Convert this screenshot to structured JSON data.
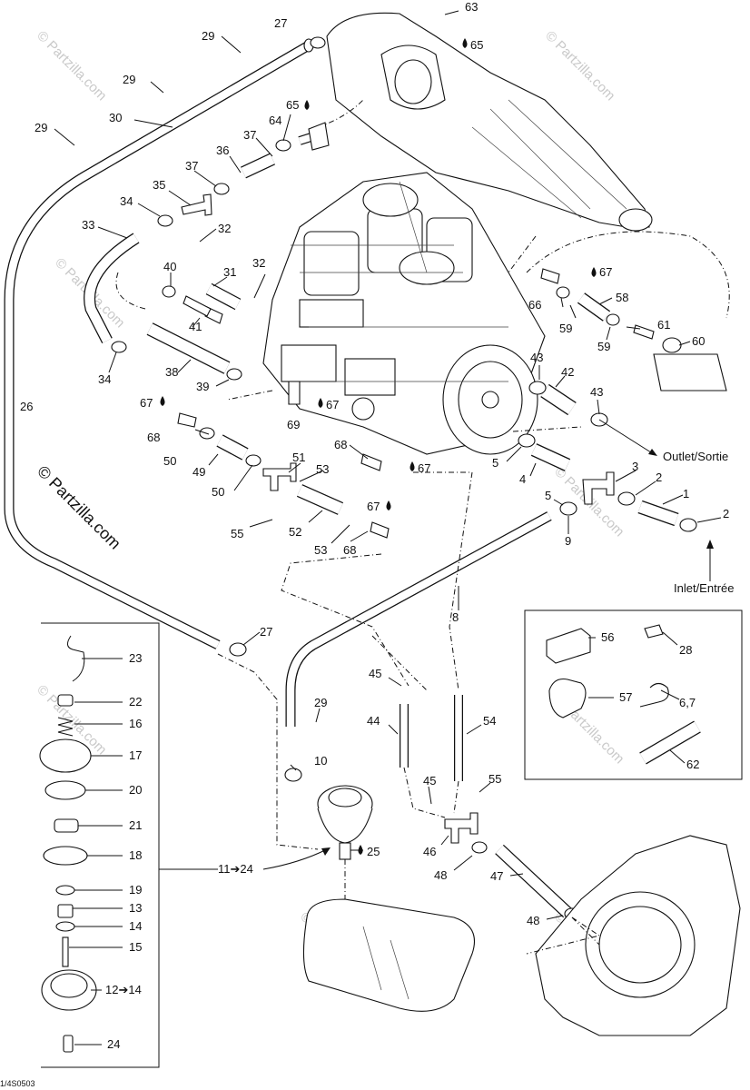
{
  "watermark": {
    "small_text": "© Partzilla.com",
    "main_text": "© Partzilla.com"
  },
  "flow": {
    "outlet": "Outlet/Sortie",
    "inlet": "Inlet/Entrée"
  },
  "drawing_code": "1/4S0503",
  "icons": {
    "drop": "oil-drop-icon",
    "arrow": "right-arrow-icon"
  },
  "callouts": [
    {
      "id": "c63",
      "text": "63"
    },
    {
      "id": "c65a",
      "text": "65"
    },
    {
      "id": "c27a",
      "text": "27"
    },
    {
      "id": "c29a",
      "text": "29"
    },
    {
      "id": "c29b",
      "text": "29"
    },
    {
      "id": "c30",
      "text": "30"
    },
    {
      "id": "c29c",
      "text": "29"
    },
    {
      "id": "c65b",
      "text": "65"
    },
    {
      "id": "c64",
      "text": "64"
    },
    {
      "id": "c37a",
      "text": "37"
    },
    {
      "id": "c36",
      "text": "36"
    },
    {
      "id": "c37b",
      "text": "37"
    },
    {
      "id": "c35",
      "text": "35"
    },
    {
      "id": "c34a",
      "text": "34"
    },
    {
      "id": "c33",
      "text": "33"
    },
    {
      "id": "c32a",
      "text": "32"
    },
    {
      "id": "c40",
      "text": "40"
    },
    {
      "id": "c31",
      "text": "31"
    },
    {
      "id": "c32b",
      "text": "32"
    },
    {
      "id": "c41",
      "text": "41"
    },
    {
      "id": "c34b",
      "text": "34"
    },
    {
      "id": "c38",
      "text": "38"
    },
    {
      "id": "c39",
      "text": "39"
    },
    {
      "id": "c26",
      "text": "26"
    },
    {
      "id": "c67a",
      "text": "67"
    },
    {
      "id": "c67b",
      "text": "67"
    },
    {
      "id": "c69",
      "text": "69"
    },
    {
      "id": "c68a",
      "text": "68"
    },
    {
      "id": "c50a",
      "text": "50"
    },
    {
      "id": "c49",
      "text": "49"
    },
    {
      "id": "c50b",
      "text": "50"
    },
    {
      "id": "c51",
      "text": "51"
    },
    {
      "id": "c53a",
      "text": "53"
    },
    {
      "id": "c68b",
      "text": "68"
    },
    {
      "id": "c67c",
      "text": "67"
    },
    {
      "id": "c55a",
      "text": "55"
    },
    {
      "id": "c52",
      "text": "52"
    },
    {
      "id": "c53b",
      "text": "53"
    },
    {
      "id": "c68c",
      "text": "68"
    },
    {
      "id": "c67d",
      "text": "67"
    },
    {
      "id": "c67e",
      "text": "67"
    },
    {
      "id": "c66",
      "text": "66"
    },
    {
      "id": "c58",
      "text": "58"
    },
    {
      "id": "c59a",
      "text": "59"
    },
    {
      "id": "c61",
      "text": "61"
    },
    {
      "id": "c59b",
      "text": "59"
    },
    {
      "id": "c60",
      "text": "60"
    },
    {
      "id": "c43a",
      "text": "43"
    },
    {
      "id": "c42",
      "text": "42"
    },
    {
      "id": "c43b",
      "text": "43"
    },
    {
      "id": "c5a",
      "text": "5"
    },
    {
      "id": "c4",
      "text": "4"
    },
    {
      "id": "c3",
      "text": "3"
    },
    {
      "id": "c2a",
      "text": "2"
    },
    {
      "id": "c1",
      "text": "1"
    },
    {
      "id": "c5b",
      "text": "5"
    },
    {
      "id": "c2b",
      "text": "2"
    },
    {
      "id": "c9",
      "text": "9"
    },
    {
      "id": "c8",
      "text": "8"
    },
    {
      "id": "c56",
      "text": "56"
    },
    {
      "id": "c28",
      "text": "28"
    },
    {
      "id": "c57",
      "text": "57"
    },
    {
      "id": "c67f",
      "text": "6,7"
    },
    {
      "id": "c62",
      "text": "62"
    },
    {
      "id": "c27b",
      "text": "27"
    },
    {
      "id": "c23",
      "text": "23"
    },
    {
      "id": "c22",
      "text": "22"
    },
    {
      "id": "c16",
      "text": "16"
    },
    {
      "id": "c17",
      "text": "17"
    },
    {
      "id": "c20",
      "text": "20"
    },
    {
      "id": "c21",
      "text": "21"
    },
    {
      "id": "c18",
      "text": "18"
    },
    {
      "id": "c19",
      "text": "19"
    },
    {
      "id": "c13",
      "text": "13"
    },
    {
      "id": "c14",
      "text": "14"
    },
    {
      "id": "c15",
      "text": "15"
    },
    {
      "id": "c1214",
      "text": "12➔14"
    },
    {
      "id": "c24",
      "text": "24"
    },
    {
      "id": "c1124",
      "text": "11➔24"
    },
    {
      "id": "c29d",
      "text": "29"
    },
    {
      "id": "c10",
      "text": "10"
    },
    {
      "id": "c25",
      "text": "25"
    },
    {
      "id": "c45a",
      "text": "45"
    },
    {
      "id": "c44",
      "text": "44"
    },
    {
      "id": "c54",
      "text": "54"
    },
    {
      "id": "c45b",
      "text": "45"
    },
    {
      "id": "c55b",
      "text": "55"
    },
    {
      "id": "c46",
      "text": "46"
    },
    {
      "id": "c48a",
      "text": "48"
    },
    {
      "id": "c47",
      "text": "47"
    },
    {
      "id": "c48b",
      "text": "48"
    }
  ]
}
